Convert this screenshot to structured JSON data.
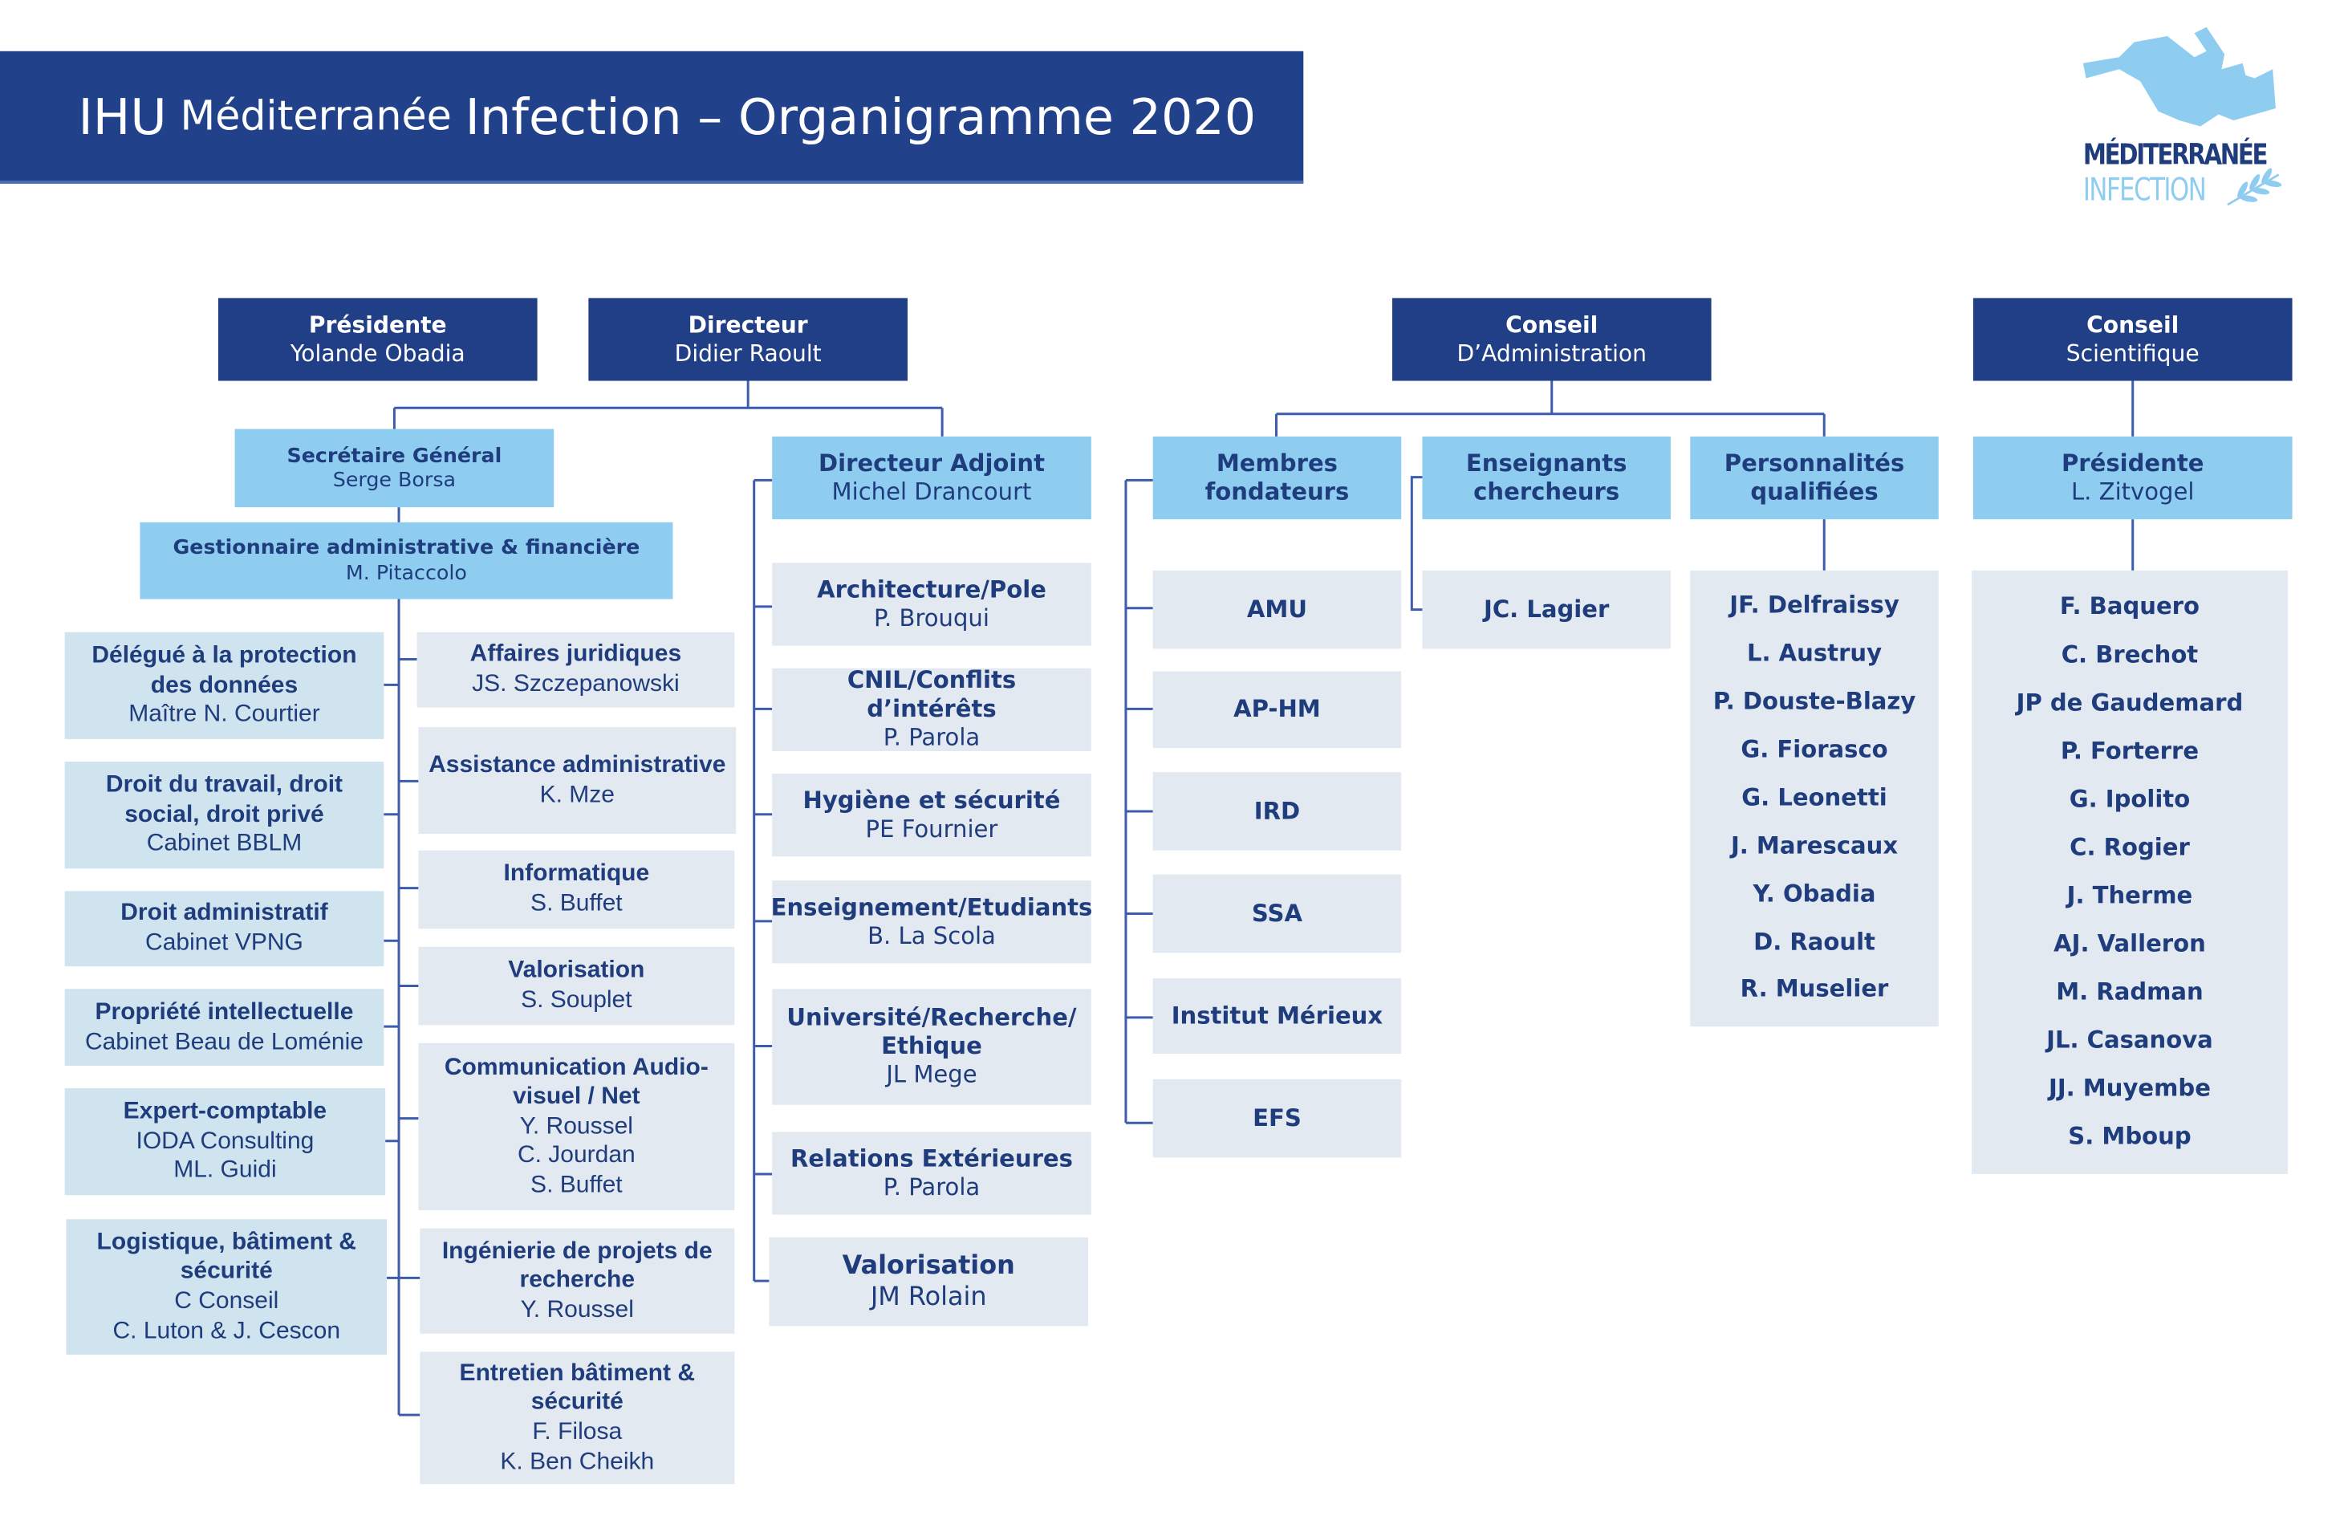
{
  "title": {
    "prefix": "IHU",
    "middle": "Méditerranée",
    "suffix": "Infection – Organigramme 2020"
  },
  "logo": {
    "line1": "MÉDITERRANÉE",
    "line2": "INFECTION"
  },
  "colors": {
    "navy": "#213f86",
    "header_blue": "#8fcdf0",
    "left_box": "#cfe4ee",
    "gray_box": "#e3e9f1",
    "connector": "#3d5cab"
  },
  "boxes": {
    "presidente": {
      "title": "Présidente",
      "lines": [
        "Yolande Obadia"
      ]
    },
    "directeur": {
      "title": "Directeur",
      "lines": [
        "Didier Raoult"
      ]
    },
    "conseil_admin": {
      "title": "Conseil",
      "lines": [
        "D’Administration"
      ]
    },
    "conseil_sci": {
      "title": "Conseil",
      "lines": [
        "Scientifique"
      ]
    },
    "secretaire": {
      "title": "Secrétaire Général",
      "lines": [
        "Serge Borsa"
      ]
    },
    "gestionnaire": {
      "title": "Gestionnaire administrative & financière",
      "lines": [
        "M. Pitaccolo"
      ]
    },
    "dpo": {
      "title": "Délégué à la protection des données",
      "lines": [
        "Maître N. Courtier"
      ]
    },
    "droit_travail": {
      "title": "Droit du travail, droit social, droit privé",
      "lines": [
        "Cabinet BBLM"
      ]
    },
    "droit_admin": {
      "title": "Droit administratif",
      "lines": [
        "Cabinet VPNG"
      ]
    },
    "propriete": {
      "title": "Propriété intellectuelle",
      "lines": [
        "Cabinet Beau de Loménie"
      ]
    },
    "expert": {
      "title": "Expert-comptable",
      "lines": [
        "IODA Consulting",
        "ML. Guidi"
      ]
    },
    "logistique": {
      "title": "Logistique, bâtiment & sécurité",
      "lines": [
        "C Conseil",
        "C. Luton & J. Cescon"
      ]
    },
    "affaires": {
      "title": "Affaires juridiques",
      "lines": [
        "JS. Szczepanowski"
      ]
    },
    "assistance": {
      "title": "Assistance administrative",
      "lines": [
        "K. Mze"
      ]
    },
    "informatique": {
      "title": "Informatique",
      "lines": [
        "S. Buffet"
      ]
    },
    "valorisation1": {
      "title": "Valorisation",
      "lines": [
        "S. Souplet"
      ]
    },
    "communication": {
      "title": "Communication Audio-visuel /  Net",
      "lines": [
        "Y. Roussel",
        "C. Jourdan",
        "S. Buffet"
      ]
    },
    "ingenierie": {
      "title": "Ingénierie de projets de recherche",
      "lines": [
        "Y. Roussel"
      ]
    },
    "entretien": {
      "title": "Entretien bâtiment & sécurité",
      "lines": [
        "F. Filosa",
        "K. Ben Cheikh"
      ]
    },
    "dir_adjoint": {
      "title": "Directeur Adjoint",
      "lines": [
        "Michel Drancourt"
      ]
    },
    "architecture": {
      "title": "Architecture/Pole",
      "lines": [
        "P. Brouqui"
      ]
    },
    "cnil": {
      "title": "CNIL/Conflits d’intérêts",
      "lines": [
        "P. Parola"
      ]
    },
    "hygiene": {
      "title": "Hygiène et sécurité",
      "lines": [
        "PE Fournier"
      ]
    },
    "enseignement": {
      "title": "Enseignement/Etudiants",
      "lines": [
        "B. La Scola"
      ]
    },
    "universite": {
      "title": "Université/Recherche/ Ethique",
      "lines": [
        "JL Mege"
      ]
    },
    "relations": {
      "title": "Relations Extérieures",
      "lines": [
        "P. Parola"
      ]
    },
    "valorisation2": {
      "title": "Valorisation",
      "lines": [
        "JM Rolain"
      ]
    },
    "membres": {
      "title": "Membres fondateurs",
      "lines": []
    },
    "enseignants": {
      "title": "Enseignants chercheurs",
      "lines": []
    },
    "personnalites": {
      "title": "Personnalités qualifiées",
      "lines": []
    },
    "presidente_cs": {
      "title": "Présidente",
      "lines": [
        "L. Zitvogel"
      ]
    },
    "amu": {
      "title": "AMU",
      "lines": []
    },
    "aphm": {
      "title": "AP-HM",
      "lines": []
    },
    "ird": {
      "title": "IRD",
      "lines": []
    },
    "ssa": {
      "title": "SSA",
      "lines": []
    },
    "merieux": {
      "title": "Institut Mérieux",
      "lines": []
    },
    "efs": {
      "title": "EFS",
      "lines": []
    },
    "lagier": {
      "title": "JC. Lagier",
      "lines": []
    },
    "personnalites_list": {
      "names": [
        "JF. Delfraissy",
        "L. Austruy",
        "P. Douste-Blazy",
        "G. Fiorasco",
        "G. Leonetti",
        "J. Marescaux",
        "Y. Obadia",
        "D. Raoult",
        "R. Muselier"
      ]
    },
    "scientifique_list": {
      "names": [
        "F. Baquero",
        "C. Brechot",
        "JP de Gaudemard",
        "P. Forterre",
        "G. Ipolito",
        "C. Rogier",
        "J. Therme",
        "AJ. Valleron",
        "M. Radman",
        "JL. Casanova",
        "JJ. Muyembe",
        "S. Mboup"
      ]
    }
  }
}
